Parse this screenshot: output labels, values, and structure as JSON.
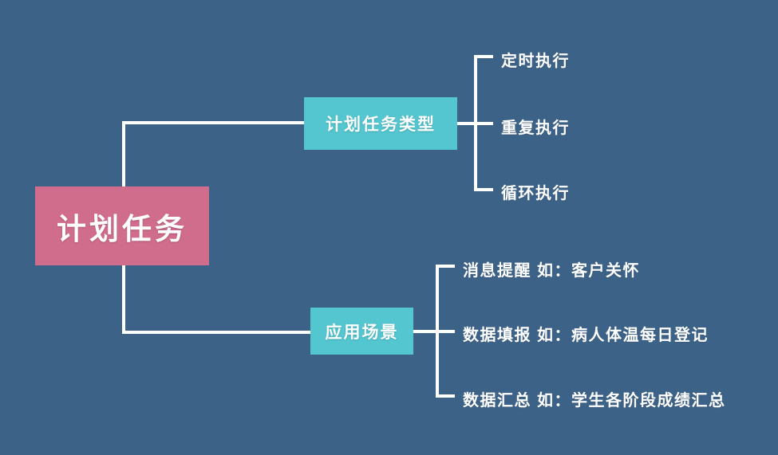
{
  "diagram": {
    "title": "计划任务",
    "type": "mind-map",
    "colors": {
      "background": "#3d6288",
      "root": "#d06d8c",
      "branch": "#54c6d0",
      "line": "#ffffff",
      "text": "#ffffff"
    },
    "root": {
      "label": "计划任务"
    },
    "branches": [
      {
        "label": "计划任务类型",
        "leaves": [
          {
            "label": "定时执行"
          },
          {
            "label": "重复执行"
          },
          {
            "label": "循环执行"
          }
        ]
      },
      {
        "label": "应用场景",
        "leaves": [
          {
            "label": "消息提醒 如：客户关怀"
          },
          {
            "label": "数据填报 如：病人体温每日登记"
          },
          {
            "label": "数据汇总 如：学生各阶段成绩汇总"
          }
        ]
      }
    ]
  }
}
